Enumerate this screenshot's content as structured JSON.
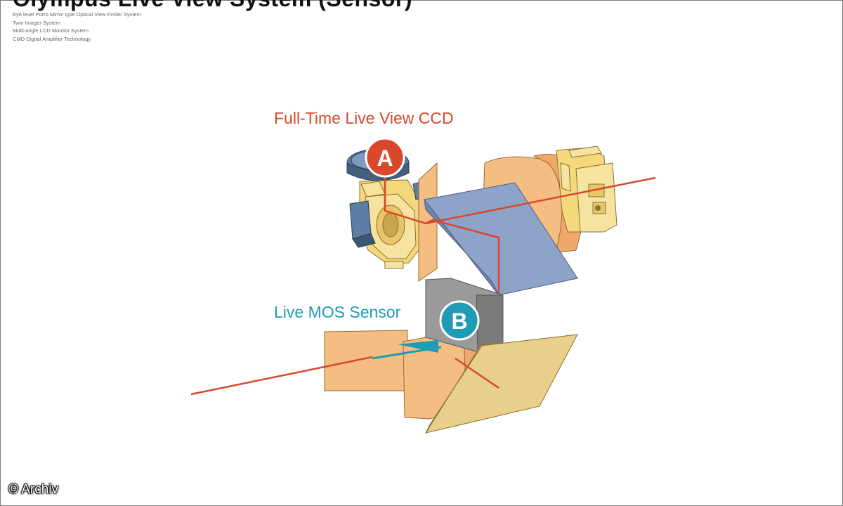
{
  "header": {
    "title": "Olympus Live View System (Sensor)",
    "features": [
      "Eye level Porro Mirror type Optical View Finder System",
      "Twin Imager System",
      "Multi-angle LCD Monitor System",
      "CMD-Digital Amplifier Technology"
    ]
  },
  "diagram": {
    "label_a": "Full-Time Live View CCD",
    "marker_a": "A",
    "label_b": "Live MOS Sensor",
    "marker_b": "B",
    "colors": {
      "red": "#d9482b",
      "teal": "#1f9bb5",
      "ccd_housing": "#f5d77c",
      "optics": "#f4be82",
      "mirror_blue": "#8ea3c8",
      "mirror_grey": "#9a9a9a",
      "sensor_grey": "#8a8a8a",
      "film_blue": "#5c7da6"
    }
  },
  "credit": "© Archiv"
}
